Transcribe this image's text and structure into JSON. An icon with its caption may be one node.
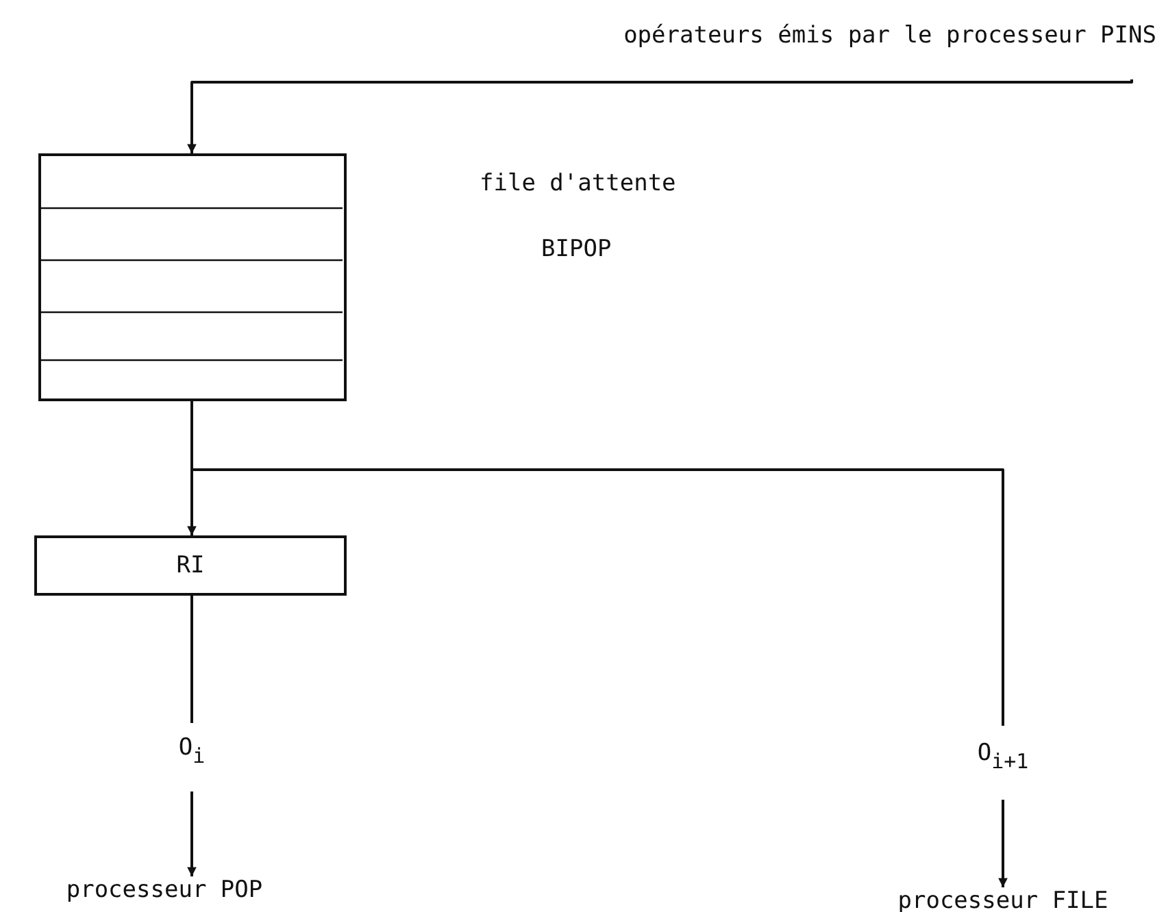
{
  "diagram": {
    "nodes": [
      {
        "text": [
          "opérateurs émis par le processeur PINS"
        ]
      },
      {
        "text": [],
        "shape": "box",
        "beside": [
          "file d'attente",
          "BIPOP"
        ]
      },
      {
        "text": [
          "RI"
        ]
      },
      {
        "text": [
          "O$_{i}$"
        ]
      },
      {
        "text": [
          "processeur POP"
        ]
      },
      {
        "text": [
          "O$_{i+1}$"
        ]
      },
      {
        "text": [
          "processeur FILE"
        ]
      }
    ],
    "edges": [
      {
        "from": 0,
        "to": 1,
        "arrow": "to"
      },
      {
        "from": 1,
        "to": 2,
        "arrow": "to"
      },
      {
        "from": 1,
        "to": 5,
        "arrow": "none"
      },
      {
        "from": 2,
        "to": 3,
        "arrow": "none"
      },
      {
        "from": 3,
        "to": 4,
        "arrow": "to"
      },
      {
        "from": 5,
        "to": 6,
        "arrow": "to"
      }
    ]
  }
}
